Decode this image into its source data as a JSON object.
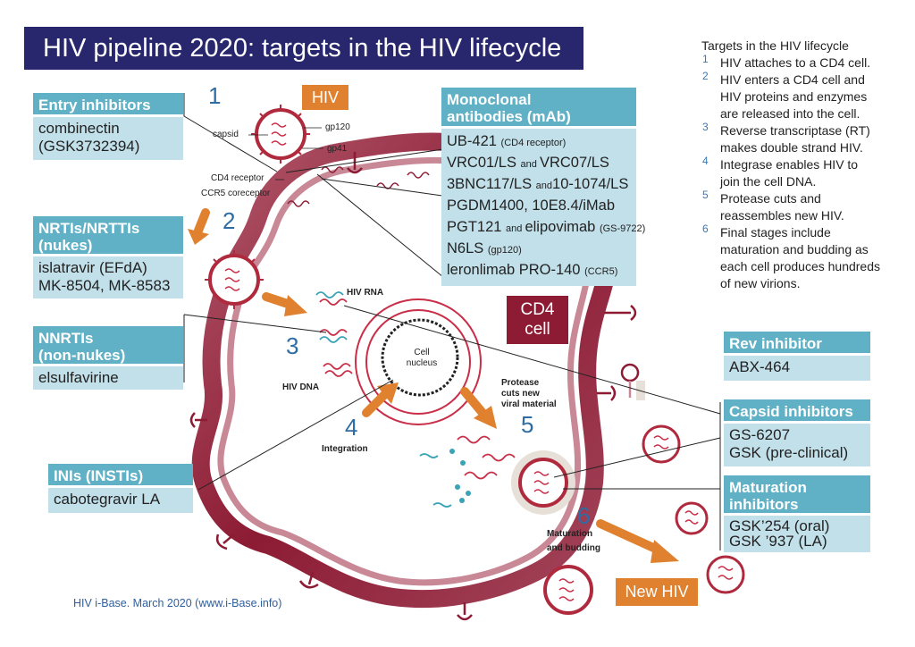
{
  "title": "HIV pipeline 2020: targets in the HIV lifecycle",
  "lifecycle": {
    "heading": "Targets in the HIV lifecycle",
    "steps": [
      {
        "num": "1",
        "text": "HIV attaches to a CD4 cell."
      },
      {
        "num": "2",
        "text": "HIV enters a CD4 cell and HIV proteins and enzymes are released into the cell."
      },
      {
        "num": "3",
        "text": "Reverse transcriptase (RT) makes double strand HIV."
      },
      {
        "num": "4",
        "text": "Integrase enables HIV to join the cell DNA."
      },
      {
        "num": "5",
        "text": "Protease cuts and reassembles new HIV."
      },
      {
        "num": "6",
        "text": "Final stages include maturation and budding as each cell produces hundreds of new virions."
      }
    ]
  },
  "boxes": {
    "entry": {
      "header": "Entry inhibitors",
      "lines": [
        "combinectin",
        "(GSK3732394)"
      ]
    },
    "nrti": {
      "header_lines": [
        "NRTIs/NRTTIs",
        "(nukes)"
      ],
      "lines": [
        "islatravir (EFdA)",
        "MK-8504, MK-8583"
      ]
    },
    "nnrti": {
      "header_lines": [
        "NNRTIs",
        "(non-nukes)"
      ],
      "lines": [
        "elsulfavirine"
      ]
    },
    "insti": {
      "header": "INIs (INSTIs)",
      "lines": [
        "cabotegravir LA"
      ]
    },
    "mab": {
      "header_lines": [
        "Monoclonal",
        "antibodies (mAb)"
      ],
      "rows": [
        {
          "parts": [
            {
              "t": "UB-421 ",
              "s": false
            },
            {
              "t": "(CD4 receptor)",
              "s": true
            }
          ]
        },
        {
          "parts": [
            {
              "t": "VRC01/LS ",
              "s": false
            },
            {
              "t": "and ",
              "s": true
            },
            {
              "t": "VRC07/LS",
              "s": false
            }
          ]
        },
        {
          "parts": [
            {
              "t": "3BNC117/LS ",
              "s": false
            },
            {
              "t": "and",
              "s": true
            },
            {
              "t": "10-1074/LS",
              "s": false
            }
          ]
        },
        {
          "parts": [
            {
              "t": "PGDM1400, 10E8.4/iMab",
              "s": false
            }
          ]
        },
        {
          "parts": [
            {
              "t": "PGT121 ",
              "s": false
            },
            {
              "t": "and ",
              "s": true
            },
            {
              "t": "elipovimab ",
              "s": false
            },
            {
              "t": "(GS-9722)",
              "s": true
            }
          ]
        },
        {
          "parts": [
            {
              "t": "N6LS ",
              "s": false
            },
            {
              "t": "(gp120)",
              "s": true
            }
          ]
        },
        {
          "parts": [
            {
              "t": "leronlimab PRO-140 ",
              "s": false
            },
            {
              "t": "(CCR5)",
              "s": true
            }
          ]
        }
      ]
    },
    "rev": {
      "header": "Rev inhibitor",
      "lines": [
        "ABX-464"
      ]
    },
    "capsid": {
      "header": "Capsid inhibitors",
      "lines": [
        "GS-6207",
        "GSK (pre-clinical)"
      ]
    },
    "maturation": {
      "header_lines": [
        "Maturation",
        "inhibitors"
      ],
      "lines": [
        "GSK’254 (oral)",
        "GSK ’937 (LA)"
      ]
    }
  },
  "diagram": {
    "steps": [
      "1",
      "2",
      "3",
      "4",
      "5",
      "6"
    ],
    "hiv_label": "HIV",
    "new_hiv_label": "New HIV",
    "cd4_label_lines": [
      "CD4",
      "cell"
    ],
    "capsid_label": "capsid",
    "gp120_label": "gp120",
    "gp41_label": "gp41",
    "cd4_receptor_label": "CD4 receptor",
    "ccr5_label": "CCR5 coreceptor",
    "hiv_rna_label": "HIV RNA",
    "hiv_dna_label": "HIV DNA",
    "nucleus_label_lines": [
      "Cell",
      "nucleus"
    ],
    "integration_label": "Integration",
    "protease_label_lines": [
      "Protease",
      "cuts new",
      "viral material"
    ],
    "maturation_label_lines": [
      "Maturation",
      "and budding"
    ]
  },
  "colors": {
    "title_bg": "#28276e",
    "box_header": "#60b1c6",
    "box_body": "#c2e0ea",
    "membrane": "#8c1b33",
    "arrow": "#e0812f",
    "step_number": "#2e6da4"
  },
  "footer": "HIV i-Base. March 2020 (www.i-Base.info)"
}
